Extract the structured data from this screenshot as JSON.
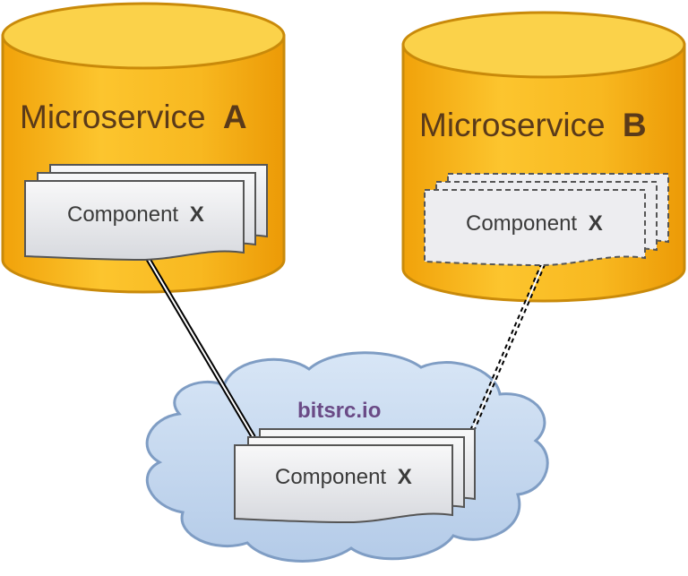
{
  "microservice_a": {
    "label": "Microservice",
    "letter": "A"
  },
  "microservice_b": {
    "label": "Microservice",
    "letter": "B"
  },
  "component": {
    "label": "Component",
    "letter": "X"
  },
  "registry": {
    "label": "bitsrc.io"
  },
  "colors": {
    "cylinder_fill": "#f8b820",
    "cylinder_top": "#fbd24a",
    "cylinder_stroke": "#c98a0a",
    "cloud_fill": "#c4d8ef",
    "cloud_stroke": "#7f9dc4",
    "doc_fill": "#e9eaed",
    "doc_stroke": "#555555",
    "connector": "#000000"
  },
  "connectors": [
    {
      "from": "microservice-a-component",
      "to": "registry-component",
      "style": "solid"
    },
    {
      "from": "microservice-b-component",
      "to": "registry-component",
      "style": "dashed"
    }
  ]
}
